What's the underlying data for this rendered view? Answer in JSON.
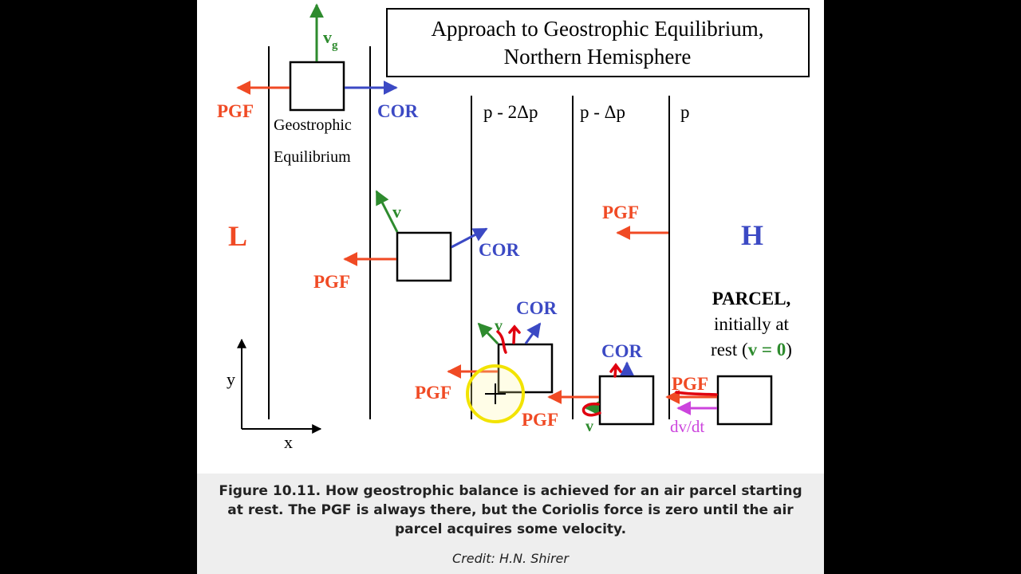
{
  "diagram": {
    "title_line1": "Approach to Geostrophic Equilibrium,",
    "title_line2": "Northern Hemisphere",
    "low_label": "L",
    "high_label": "H",
    "isobars": [
      "p - 2Δp",
      "p - Δp",
      "p"
    ],
    "pgf": "PGF",
    "cor": "COR",
    "v": "v",
    "vg_v": "v",
    "vg_sub": "g",
    "geo_line1": "Geostrophic",
    "geo_line2": "Equilibrium",
    "parcel_title": "PARCEL,",
    "parcel_line2": "initially at",
    "parcel_line3_pre": "rest (",
    "parcel_line3_eq": "v = 0",
    "parcel_line3_post": ")",
    "dvdt": "dv/dt",
    "axis_x": "x",
    "axis_y": "y",
    "colors": {
      "pgf": "#f04a24",
      "cor": "#3b49c4",
      "v": "#2e8b2e",
      "dvdt": "#cc44dd",
      "annot": "#e0000f",
      "cursor": "#f2e300"
    }
  },
  "caption": "Figure 10.11. How geostrophic balance is achieved for an air parcel starting at rest. The PGF is always there, but the Coriolis force is zero until the air parcel acquires some velocity.",
  "credit": "Credit: H.N. Shirer"
}
